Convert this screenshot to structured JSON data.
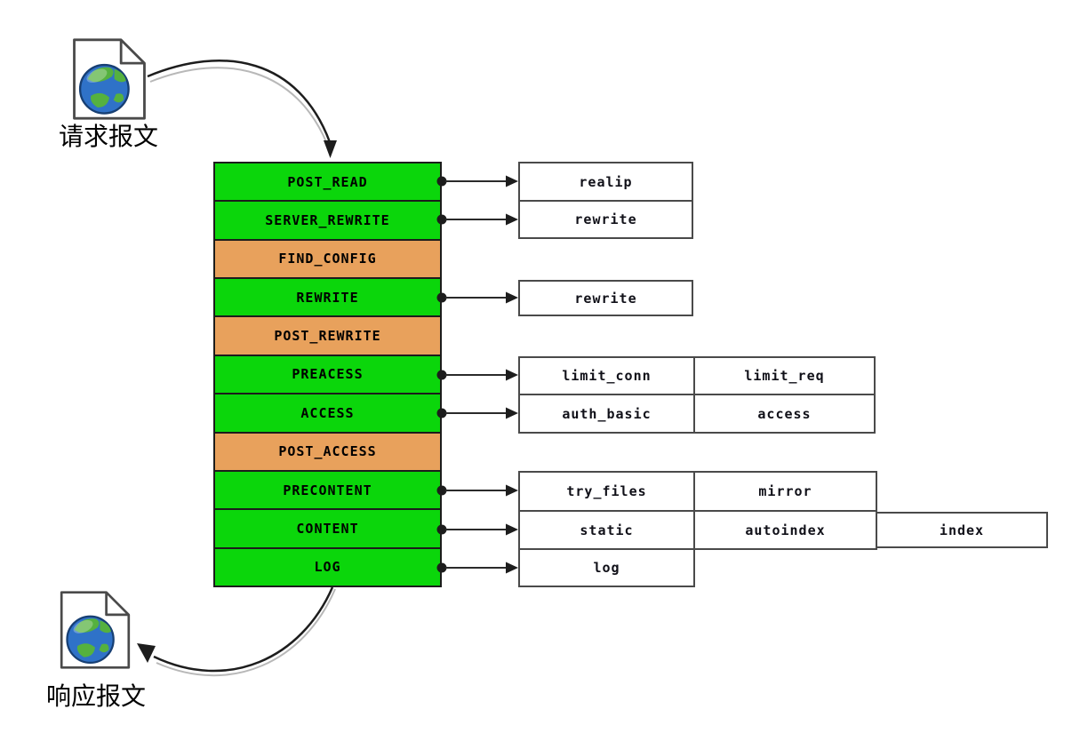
{
  "diagram": {
    "request_label": "请求报文",
    "response_label": "响应报文",
    "request_icon": "globe-document-icon",
    "response_icon": "globe-document-icon",
    "colors": {
      "phase_green": "#0bd60b",
      "phase_orange": "#e8a15c",
      "box_border": "#4a4a4a",
      "stack_border": "#1c1c1c",
      "globe_ocean": "#2f72c8",
      "globe_land": "#55b13f"
    },
    "phases": [
      {
        "label": "POST_READ",
        "type": "green"
      },
      {
        "label": "SERVER_REWRITE",
        "type": "green"
      },
      {
        "label": "FIND_CONFIG",
        "type": "orange"
      },
      {
        "label": "REWRITE",
        "type": "green"
      },
      {
        "label": "POST_REWRITE",
        "type": "orange"
      },
      {
        "label": "PREACESS",
        "type": "green"
      },
      {
        "label": "ACCESS",
        "type": "green"
      },
      {
        "label": "POST_ACCESS",
        "type": "orange"
      },
      {
        "label": "PRECONTENT",
        "type": "green"
      },
      {
        "label": "CONTENT",
        "type": "green"
      },
      {
        "label": "LOG",
        "type": "green"
      }
    ],
    "module_groups": [
      {
        "rows": [
          [
            "realip"
          ],
          [
            "rewrite"
          ]
        ]
      },
      {
        "rows": [
          [
            "rewrite"
          ]
        ]
      },
      {
        "rows": [
          [
            "limit_conn",
            "limit_req"
          ],
          [
            "auth_basic",
            "access"
          ]
        ]
      },
      {
        "rows": [
          [
            "try_files",
            "mirror"
          ],
          [
            "static",
            "autoindex",
            "index"
          ],
          [
            "log"
          ]
        ]
      }
    ]
  }
}
